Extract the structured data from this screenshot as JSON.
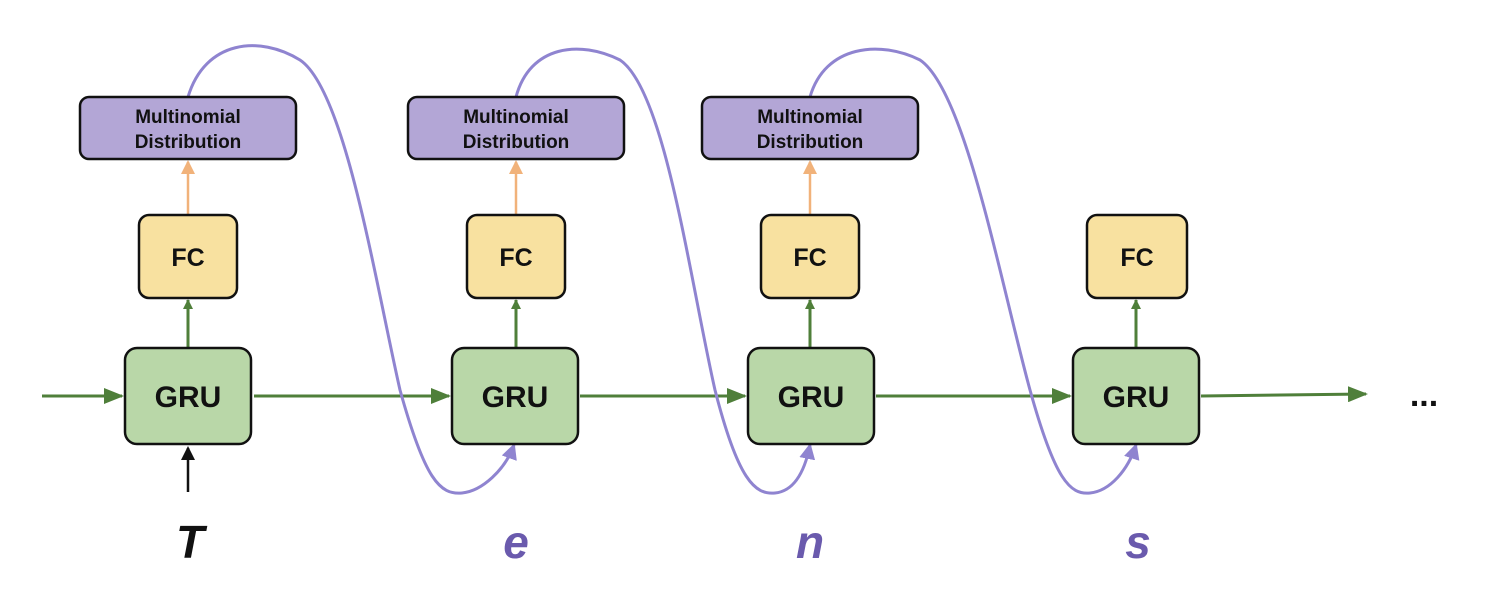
{
  "diagram": {
    "colors": {
      "gru_fill": "#b9d7a8",
      "fc_fill": "#f8e1a0",
      "dist_fill": "#b3a6d6",
      "green_arrow": "#4f7f3a",
      "orange_arrow": "#f1b27a",
      "purple_curve": "#8f84d0",
      "input_first": "#111111",
      "input_sampled": "#6a5aad"
    },
    "steps": [
      {
        "gru_label": "GRU",
        "fc_label": "FC",
        "dist_label_line1": "Multinomial",
        "dist_label_line2": "Distribution",
        "input": "T"
      },
      {
        "gru_label": "GRU",
        "fc_label": "FC",
        "dist_label_line1": "Multinomial",
        "dist_label_line2": "Distribution",
        "input": "e"
      },
      {
        "gru_label": "GRU",
        "fc_label": "FC",
        "dist_label_line1": "Multinomial",
        "dist_label_line2": "Distribution",
        "input": "n"
      },
      {
        "gru_label": "GRU",
        "fc_label": "FC",
        "input": "s"
      }
    ],
    "continuation": "..."
  }
}
